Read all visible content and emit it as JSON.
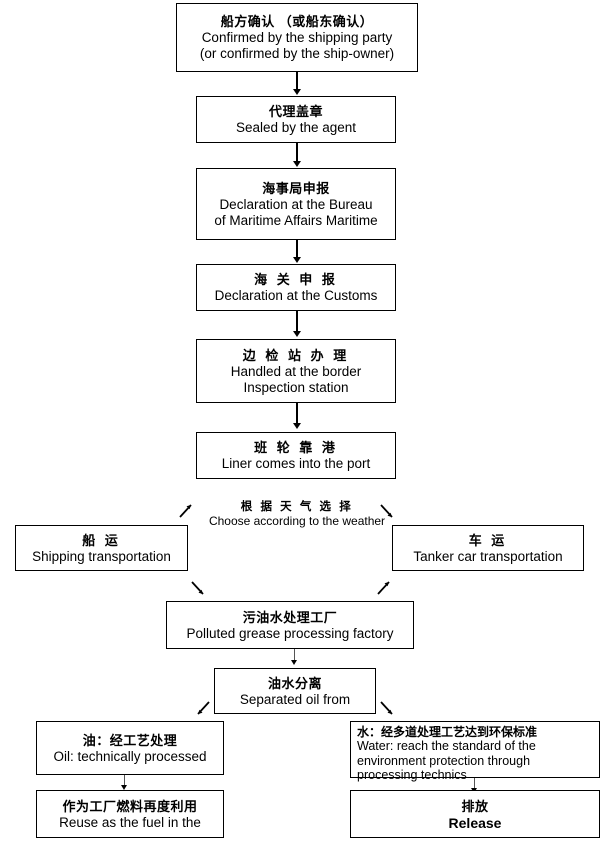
{
  "diagram": {
    "title": "Ship waste oil / polluted grease handling flowchart",
    "nodes": {
      "confirm": {
        "cn": "船方确认 （或船东确认）",
        "en1": "Confirmed by the shipping party",
        "en2": "(or confirmed by the ship-owner)"
      },
      "seal": {
        "cn": "代理盖章",
        "en1": "Sealed by the agent"
      },
      "maritime": {
        "cn": "海事局申报",
        "en1": "Declaration at the Bureau",
        "en2": "of Maritime Affairs   Maritime"
      },
      "customs": {
        "cn": "海 关 申 报",
        "en1": "Declaration at the Customs"
      },
      "border": {
        "cn": "边 检 站 办 理",
        "en1": "Handled at the border",
        "en2": "Inspection station"
      },
      "liner": {
        "cn": "班 轮 靠 港",
        "en1": "Liner comes into the port"
      },
      "weather": {
        "cn": "根 据 天 气 选 择",
        "en1": "Choose according to the weather"
      },
      "shipping": {
        "cn": "船 运",
        "en1": "Shipping transportation"
      },
      "tanker": {
        "cn": "车 运",
        "en1": "Tanker car transportation"
      },
      "factory": {
        "cn": "污油水处理工厂",
        "en1": "Polluted grease processing factory"
      },
      "separate": {
        "cn": "油水分离",
        "en1": "Separated oil from"
      },
      "oil": {
        "cn": "油：经工艺处理",
        "en1": "Oil: technically processed"
      },
      "water": {
        "cn": "水：经多道处理工艺达到环保标准",
        "en1": "Water: reach the standard of the environment protection through processing technics"
      },
      "reuse": {
        "cn": "作为工厂燃料再度利用",
        "en1": "Reuse as the fuel in the"
      },
      "release": {
        "cn": "排放",
        "en1": "Release"
      }
    },
    "colors": {
      "stroke": "#000000",
      "background": "#ffffff",
      "text": "#000000"
    }
  }
}
